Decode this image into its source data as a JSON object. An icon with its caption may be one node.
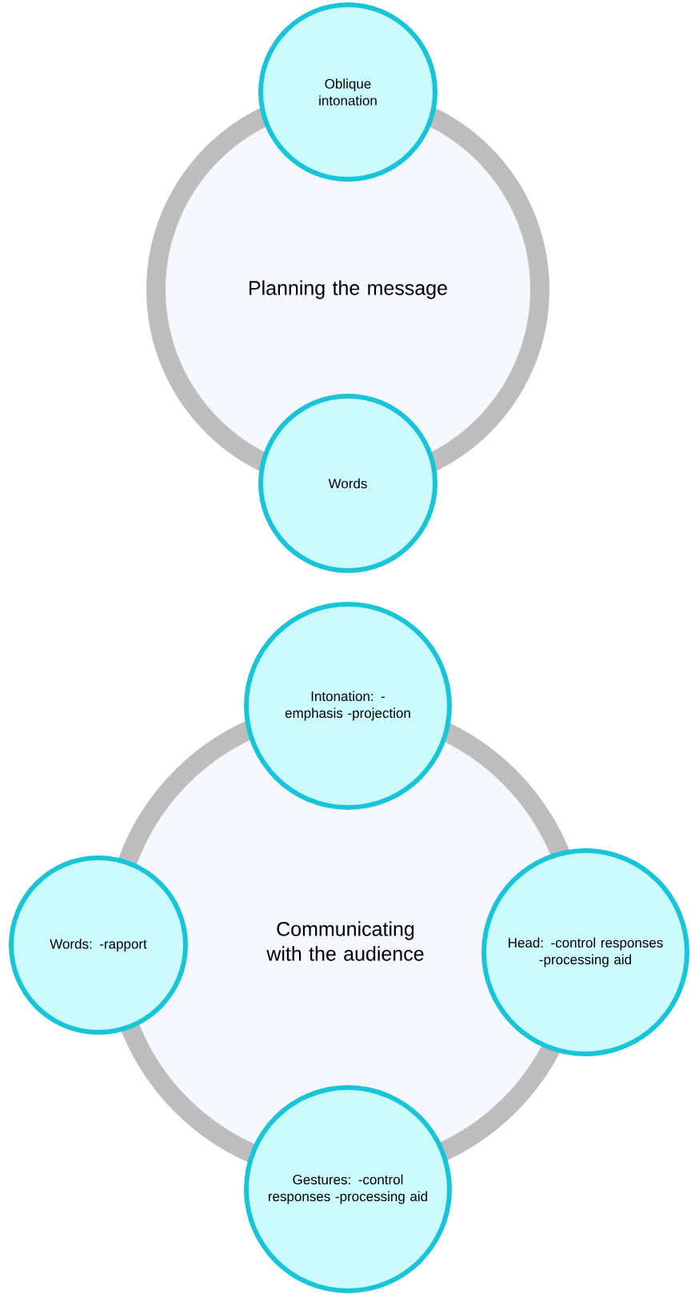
{
  "diagram": {
    "nodes": [
      {
        "text": [
          "Planning the message"
        ]
      },
      {
        "text": [
          "Oblique intonation"
        ]
      },
      {
        "text": [
          "Words"
        ]
      },
      {
        "text": [
          "Communicating with the audience"
        ]
      },
      {
        "text": [
          "Intonation: -emphasis -projection"
        ]
      },
      {
        "text": [
          "Words: -rapport"
        ]
      },
      {
        "text": [
          "Head: -control responses -processing aid"
        ]
      },
      {
        "text": [
          "Gestures: -control responses -processing aid"
        ]
      }
    ]
  }
}
